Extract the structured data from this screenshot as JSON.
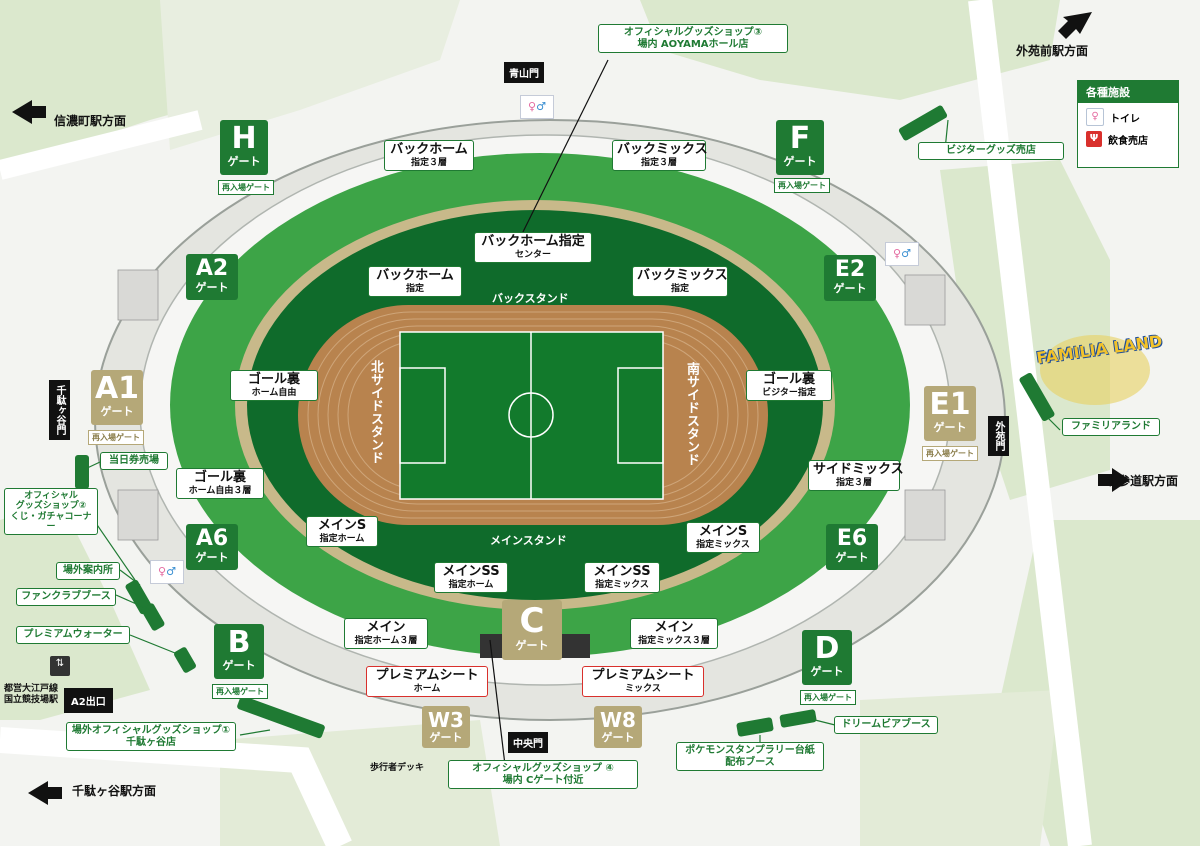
{
  "directions": {
    "shinanomachi": "信濃町駅方面",
    "gaienmae": "外苑前駅方面",
    "kitasando": "北参道駅方面",
    "sendagaya": "千駄ヶ谷駅方面"
  },
  "gates": {
    "H": {
      "letter": "H",
      "sub": "ゲート",
      "reentry": "再入場ゲート"
    },
    "F": {
      "letter": "F",
      "sub": "ゲート",
      "reentry": "再入場ゲート"
    },
    "A2": {
      "letter": "A2",
      "sub": "ゲート"
    },
    "E2": {
      "letter": "E2",
      "sub": "ゲート"
    },
    "A1": {
      "letter": "A1",
      "sub": "ゲート",
      "reentry": "再入場ゲート"
    },
    "E1": {
      "letter": "E1",
      "sub": "ゲート",
      "reentry": "再入場ゲート"
    },
    "A6": {
      "letter": "A6",
      "sub": "ゲート"
    },
    "E6": {
      "letter": "E6",
      "sub": "ゲート"
    },
    "B": {
      "letter": "B",
      "sub": "ゲート",
      "reentry": "再入場ゲート"
    },
    "D": {
      "letter": "D",
      "sub": "ゲート",
      "reentry": "再入場ゲート"
    },
    "C": {
      "letter": "C",
      "sub": "ゲート"
    },
    "W3": {
      "letter": "W3",
      "sub": "ゲート"
    },
    "W8": {
      "letter": "W8",
      "sub": "ゲート"
    }
  },
  "gate_names": {
    "aoyama": "青山門",
    "chuo": "中央門",
    "sendagaya_mon": "千駄ヶ谷門",
    "gaien_mon": "外苑門"
  },
  "seats": {
    "back_home_3f": {
      "title": "バックホーム",
      "sub": "指定３層"
    },
    "back_mix_3f": {
      "title": "バックミックス",
      "sub": "指定３層"
    },
    "back_home_center": {
      "title": "バックホーム指定",
      "sub": "センター"
    },
    "back_home": {
      "title": "バックホーム",
      "sub": "指定"
    },
    "back_mix": {
      "title": "バックミックス",
      "sub": "指定"
    },
    "goal_home": {
      "title": "ゴール裏",
      "sub": "ホーム自由"
    },
    "goal_visitor": {
      "title": "ゴール裏",
      "sub": "ビジター指定"
    },
    "goal_home_3f": {
      "title": "ゴール裏",
      "sub": "ホーム自由３層"
    },
    "side_mix_3f": {
      "title": "サイドミックス",
      "sub": "指定３層"
    },
    "main_s_home": {
      "title": "メインS",
      "sub": "指定ホーム"
    },
    "main_s_mix": {
      "title": "メインS",
      "sub": "指定ミックス"
    },
    "main_ss_home": {
      "title": "メインSS",
      "sub": "指定ホーム"
    },
    "main_ss_mix": {
      "title": "メインSS",
      "sub": "指定ミックス"
    },
    "main_home_3f": {
      "title": "メイン",
      "sub": "指定ホーム３層"
    },
    "main_mix_3f": {
      "title": "メイン",
      "sub": "指定ミックス３層"
    },
    "premium_home": {
      "title": "プレミアムシート",
      "sub": "ホーム"
    },
    "premium_mix": {
      "title": "プレミアムシート",
      "sub": "ミックス"
    }
  },
  "stands": {
    "back": "バックスタンド",
    "main": "メインスタンド",
    "north": "北サイドスタンド",
    "south": "南サイドスタンド"
  },
  "facilities": {
    "shop3": "オフィシャルグッズショップ③\n場内 AOYAMAホール店",
    "visitor_goods": "ビジターグッズ売店",
    "familia": "ファミリアランド",
    "familia_logo": "FAMILIA LAND",
    "same_day": "当日券売場",
    "shop2": "オフィシャル\nグッズショップ②\nくじ・ガチャコーナー",
    "info": "場外案内所",
    "fanclub": "ファンクラブブース",
    "premium_water": "プレミアムウォーター",
    "shop1": "場外オフィシャルグッズショップ①\n千駄ヶ谷店",
    "shop4": "オフィシャルグッズショップ ④\n場内 Cゲート付近",
    "pokemon": "ポケモンスタンプラリー台紙\n配布ブース",
    "dream_beer": "ドリームビアブース",
    "deck": "歩行者デッキ"
  },
  "station": {
    "line": "都営大江戸線\n国立競技場駅",
    "exit": "A2出口"
  },
  "legend": {
    "title": "各種施設",
    "toilet": "トイレ",
    "food": "飲食売店"
  },
  "colors": {
    "green_dark": "#1f7a33",
    "green_field": "#0f6b2b",
    "green_outer": "#3da447",
    "track": "#b8834e",
    "tan": "#b5a878",
    "premium_red": "#d9302c"
  }
}
